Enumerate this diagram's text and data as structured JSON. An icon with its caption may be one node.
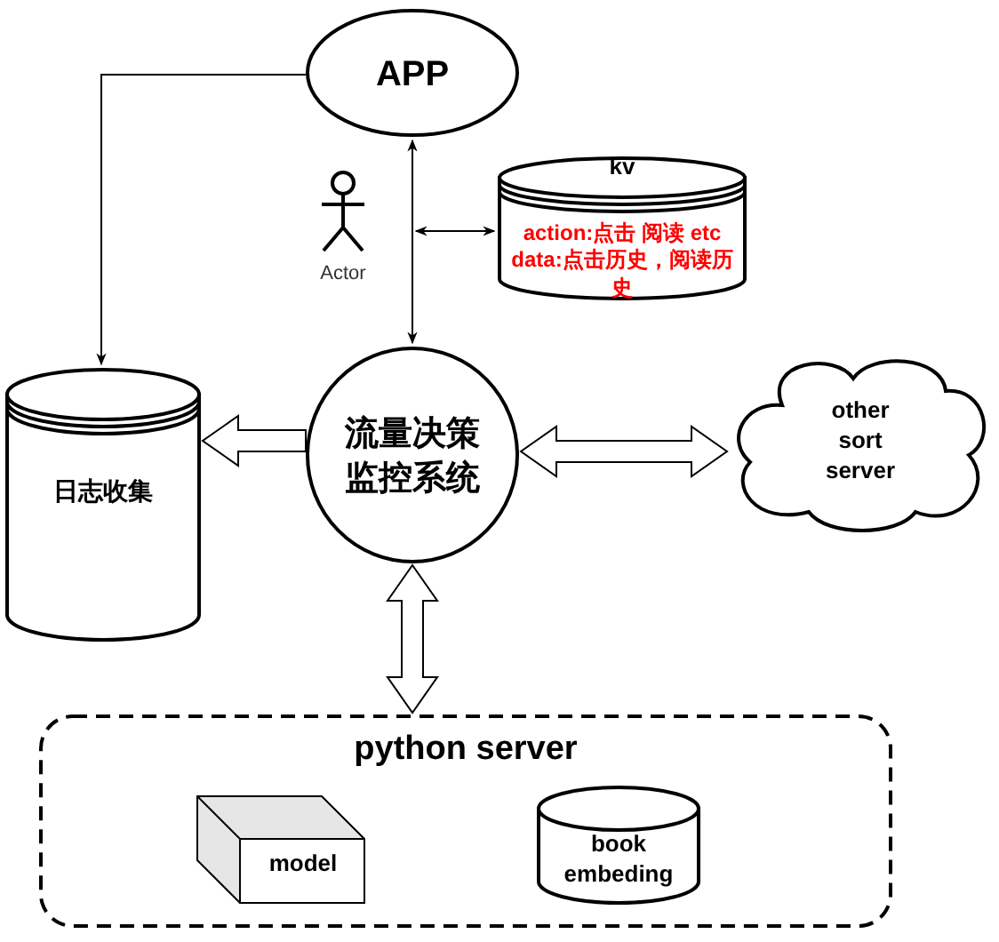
{
  "diagram": {
    "nodes": [
      {
        "text": [
          "APP"
        ]
      },
      {
        "text": [
          "kv",
          "action:点击 阅读 etc",
          "data:点击历史，阅读历史"
        ]
      },
      {
        "text": [
          "日志收集"
        ]
      },
      {
        "text": [
          "流量决策监控系统"
        ]
      },
      {
        "text": [
          "other sort server"
        ]
      },
      {
        "text": [
          "python server"
        ]
      },
      {
        "text": [
          "model"
        ],
        "in": 5
      },
      {
        "text": [
          "book embeding"
        ],
        "in": 5
      }
    ],
    "edges": [
      {
        "from": 0,
        "to": 2,
        "arrow": "to"
      },
      {
        "from": 0,
        "to": 3,
        "arrow": "both"
      },
      {
        "from": null,
        "to": 1,
        "arrow": "both"
      },
      {
        "from": 3,
        "to": 2,
        "arrow": "to",
        "style": "thick"
      },
      {
        "from": 3,
        "to": 4,
        "arrow": "both",
        "style": "thick"
      },
      {
        "from": 3,
        "to": 5,
        "arrow": "both",
        "style": "thick"
      }
    ],
    "labels": [
      "Actor"
    ]
  }
}
